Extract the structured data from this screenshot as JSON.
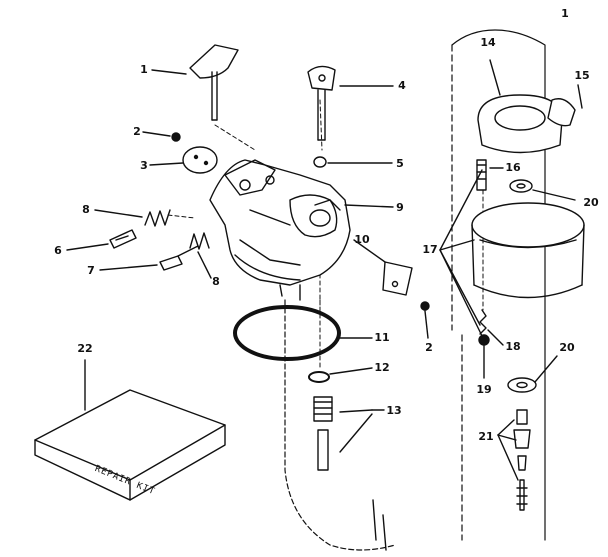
{
  "corner_mark": "1",
  "callouts": [
    {
      "id": "c1",
      "label": "1"
    },
    {
      "id": "c2a",
      "label": "2"
    },
    {
      "id": "c3",
      "label": "3"
    },
    {
      "id": "c4",
      "label": "4"
    },
    {
      "id": "c5",
      "label": "5"
    },
    {
      "id": "c6",
      "label": "6"
    },
    {
      "id": "c7",
      "label": "7"
    },
    {
      "id": "c8a",
      "label": "8"
    },
    {
      "id": "c8b",
      "label": "8"
    },
    {
      "id": "c9",
      "label": "9"
    },
    {
      "id": "c10",
      "label": "10"
    },
    {
      "id": "c11",
      "label": "11"
    },
    {
      "id": "c2b",
      "label": "2"
    },
    {
      "id": "c12",
      "label": "12"
    },
    {
      "id": "c13",
      "label": "13"
    },
    {
      "id": "c14",
      "label": "14"
    },
    {
      "id": "c15",
      "label": "15"
    },
    {
      "id": "c16",
      "label": "16"
    },
    {
      "id": "c17",
      "label": "17"
    },
    {
      "id": "c18",
      "label": "18"
    },
    {
      "id": "c19",
      "label": "19"
    },
    {
      "id": "c20a",
      "label": "20"
    },
    {
      "id": "c20b",
      "label": "20"
    },
    {
      "id": "c21",
      "label": "21"
    },
    {
      "id": "c22",
      "label": "22"
    }
  ],
  "repair_kit_label": "REPAIR KIT"
}
